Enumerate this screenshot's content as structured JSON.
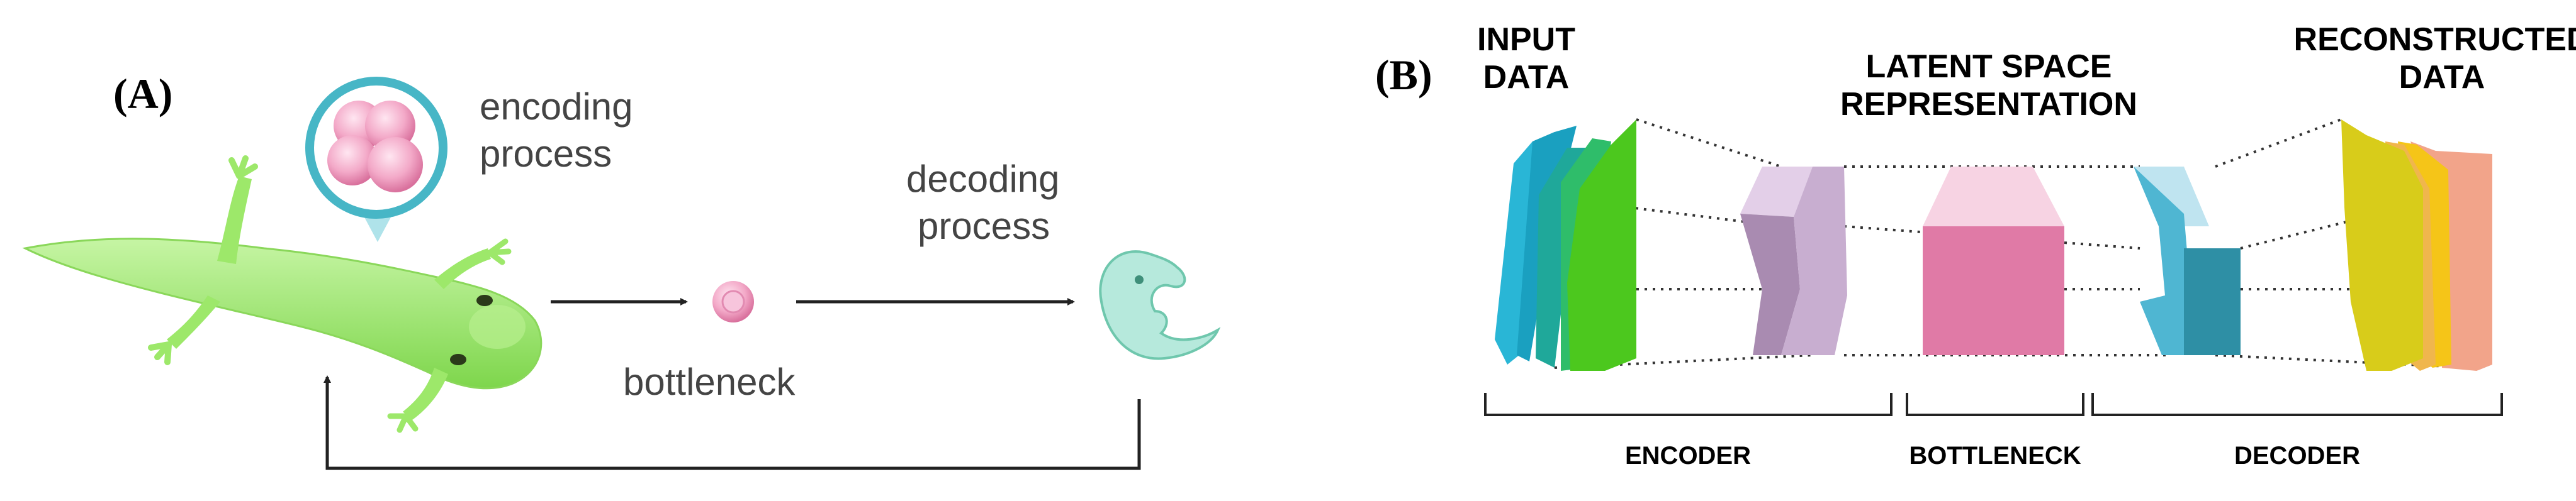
{
  "panel_a": {
    "label": "(A)",
    "encoding_label": [
      "encoding",
      "process"
    ],
    "decoding_label": [
      "decoding",
      "process"
    ],
    "bottleneck_label": "bottleneck"
  },
  "panel_b": {
    "label": "(B)",
    "input_label": [
      "INPUT",
      "DATA"
    ],
    "latent_label": [
      "LATENT SPACE",
      "REPRESENTATION"
    ],
    "output_label": [
      "RECONSTRUCTED",
      "DATA"
    ],
    "sections": {
      "encoder": "ENCODER",
      "bottleneck": "BOTTLENECK",
      "decoder": "DECODER"
    }
  },
  "colors": {
    "salamander": "#9de86a",
    "salamander_dark": "#6fcf3f",
    "cell": "#f3a9c8",
    "cell_ring": "#47b6c6",
    "embryo": "#a8e0d3",
    "input_cyan": "#29b6d6",
    "input_teal": "#1fa89a",
    "input_green": "#4cc81e",
    "enc_purple": "#a98bb1",
    "latent_pink": "#e07aa6",
    "latent_top": "#f7d3e3",
    "dec_blue": "#4fb6d2",
    "out_yellow": "#d8cc1a",
    "out_orange": "#f5c518",
    "out_peach": "#f2a48a"
  }
}
